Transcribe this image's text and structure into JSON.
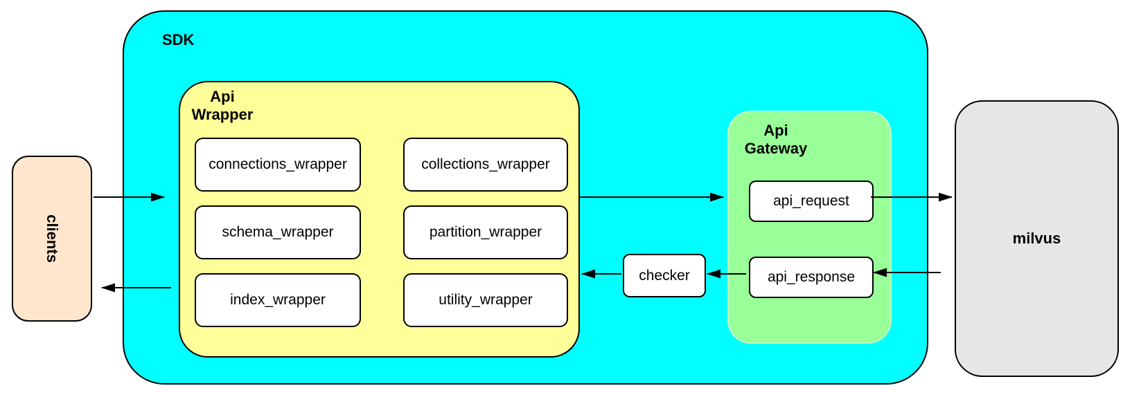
{
  "colors": {
    "canvas-bg": "#ffffff",
    "cyan": "#00ffff",
    "yellow": "#ffff99",
    "green": "#99ff99",
    "green-border": "#c2f7c2",
    "peach": "#ffe6cc",
    "gray": "#e6e6e6",
    "box-bg": "#ffffff",
    "stroke": "#000000"
  },
  "clients": {
    "label": "clients"
  },
  "sdk": {
    "label": "SDK"
  },
  "api_wrapper": {
    "label": [
      "Api",
      "Wrapper"
    ],
    "boxes": [
      {
        "label": "connections_wrapper"
      },
      {
        "label": "collections_wrapper"
      },
      {
        "label": "schema_wrapper"
      },
      {
        "label": "partition_wrapper"
      },
      {
        "label": "index_wrapper"
      },
      {
        "label": "utility_wrapper"
      }
    ]
  },
  "checker": {
    "label": "checker"
  },
  "api_gateway": {
    "label": [
      "Api",
      "Gateway"
    ],
    "boxes": [
      {
        "label": "api_request"
      },
      {
        "label": "api_response"
      }
    ]
  },
  "milvus": {
    "label": "milvus"
  },
  "arrows": [
    {
      "from": "clients",
      "to": "sdk"
    },
    {
      "from": "api-wrapper",
      "to": "api-request"
    },
    {
      "from": "api-request",
      "to": "milvus"
    },
    {
      "from": "milvus",
      "to": "api-response"
    },
    {
      "from": "api-response",
      "to": "checker"
    },
    {
      "from": "checker",
      "to": "api-wrapper"
    },
    {
      "from": "sdk",
      "to": "clients"
    }
  ]
}
